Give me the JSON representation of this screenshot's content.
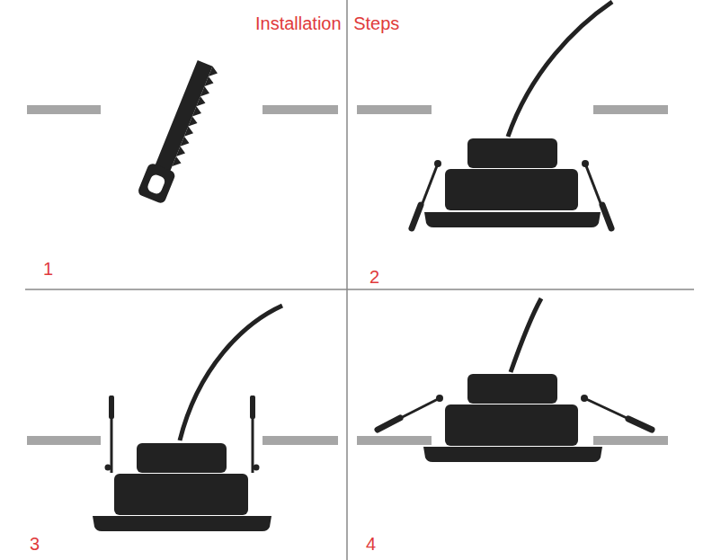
{
  "diagram": {
    "title": "Installation Steps",
    "labels": [
      "1",
      "2",
      "3",
      "4"
    ]
  }
}
